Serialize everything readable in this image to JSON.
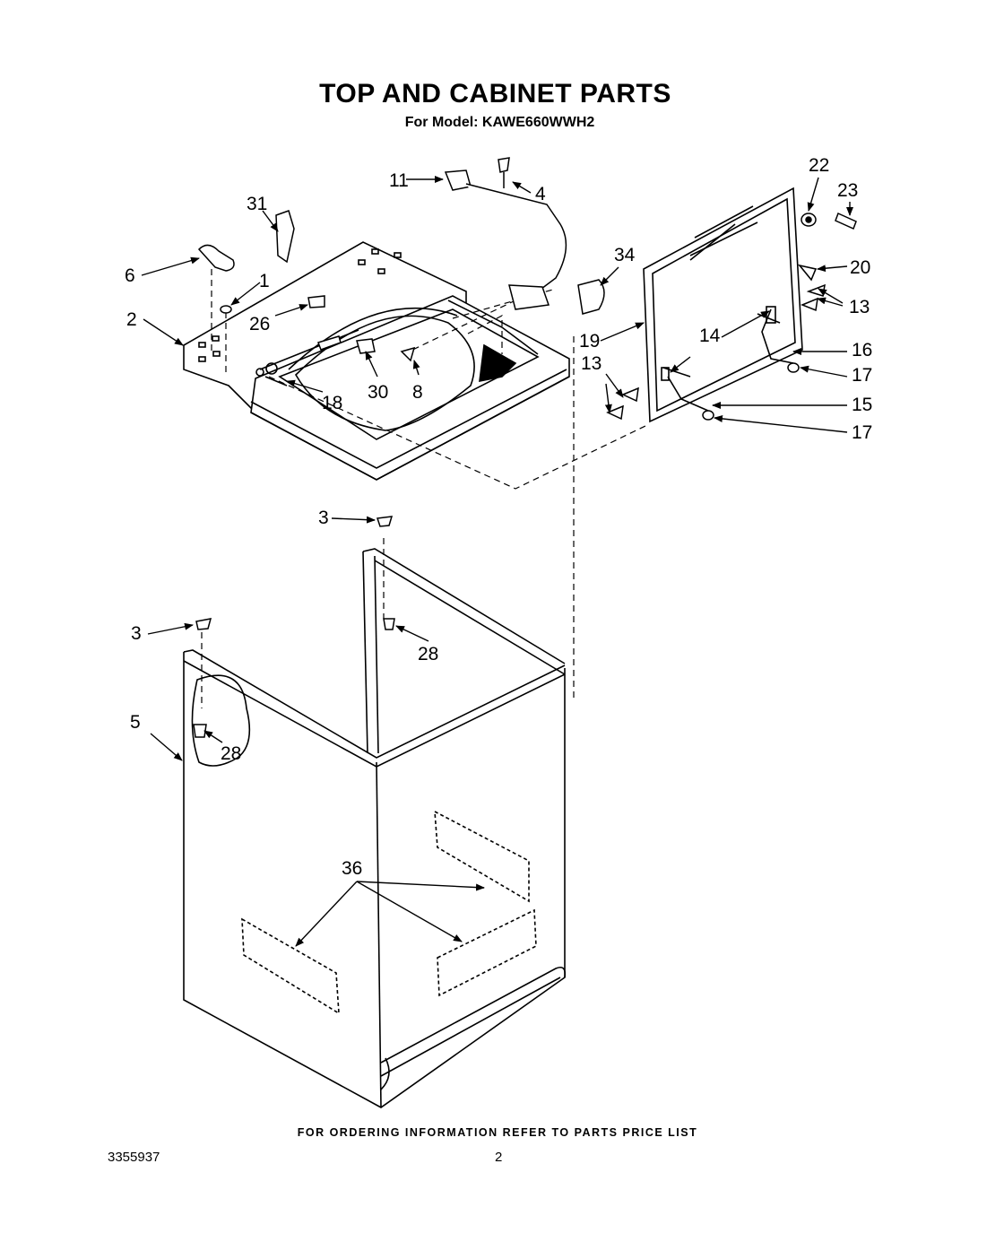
{
  "page": {
    "title": "TOP AND CABINET PARTS",
    "subtitle": "For Model: KAWE660WWH2",
    "footer": "FOR ORDERING INFORMATION REFER TO PARTS PRICE LIST",
    "document_number": "3355937",
    "page_number": "2"
  },
  "callouts": {
    "c1": "1",
    "c2": "2",
    "c3a": "3",
    "c3b": "3",
    "c4": "4",
    "c5": "5",
    "c6": "6",
    "c8": "8",
    "c11": "11",
    "c13a": "13",
    "c13b": "13",
    "c14": "14",
    "c15": "15",
    "c16": "16",
    "c17a": "17",
    "c17b": "17",
    "c18": "18",
    "c19": "19",
    "c20": "20",
    "c22": "22",
    "c23": "23",
    "c26": "26",
    "c28a": "28",
    "c28b": "28",
    "c30": "30",
    "c31": "31",
    "c34": "34",
    "c36": "36"
  }
}
